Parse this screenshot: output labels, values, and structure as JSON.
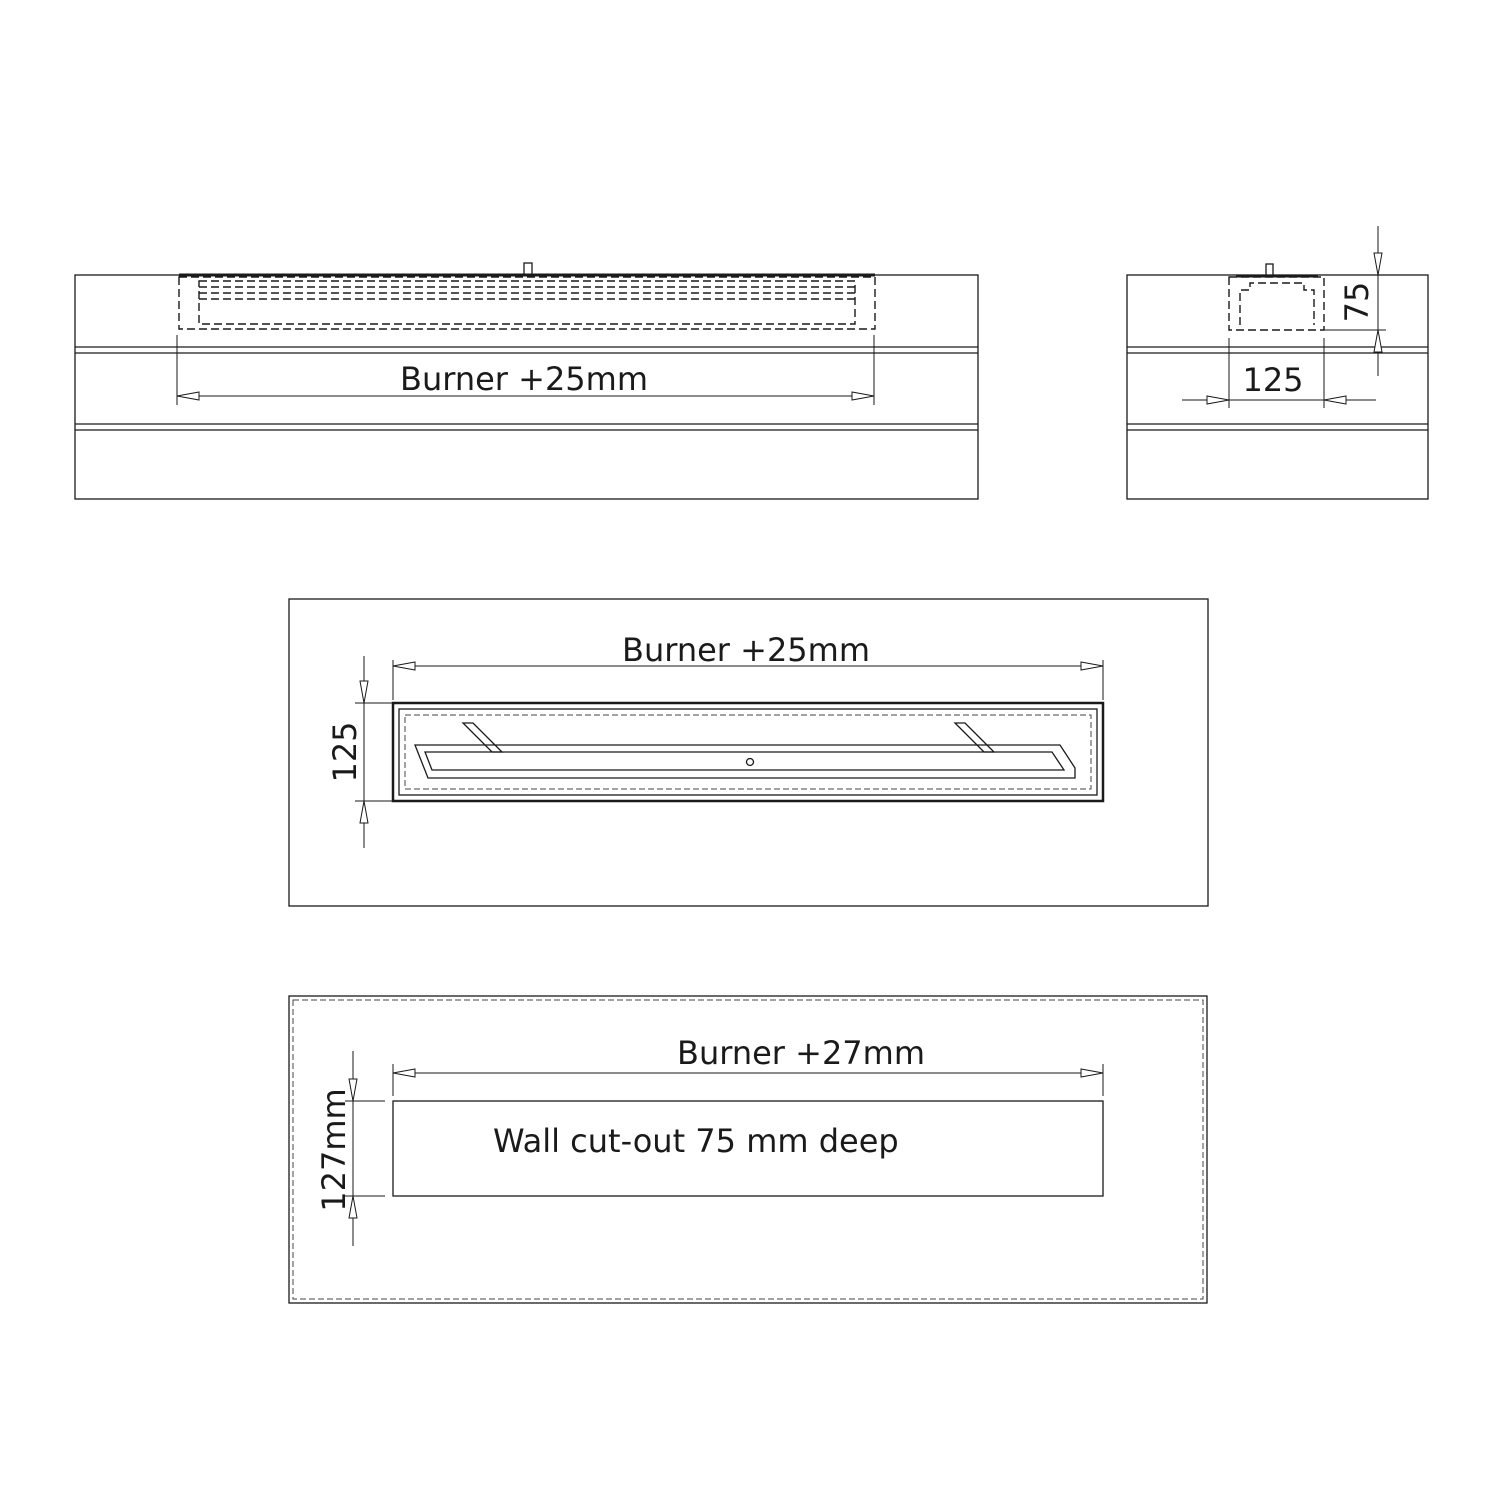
{
  "front_view": {
    "width_label": "Burner +25mm"
  },
  "side_view": {
    "height_label": "75",
    "width_label": "125"
  },
  "top_view": {
    "width_label": "Burner +25mm",
    "depth_label": "125"
  },
  "cutout_view": {
    "width_label": "Burner +27mm",
    "depth_label": "127mm",
    "note": "Wall cut-out 75 mm deep"
  },
  "colors": {
    "line": "#1a1a1a",
    "background": "#ffffff"
  }
}
